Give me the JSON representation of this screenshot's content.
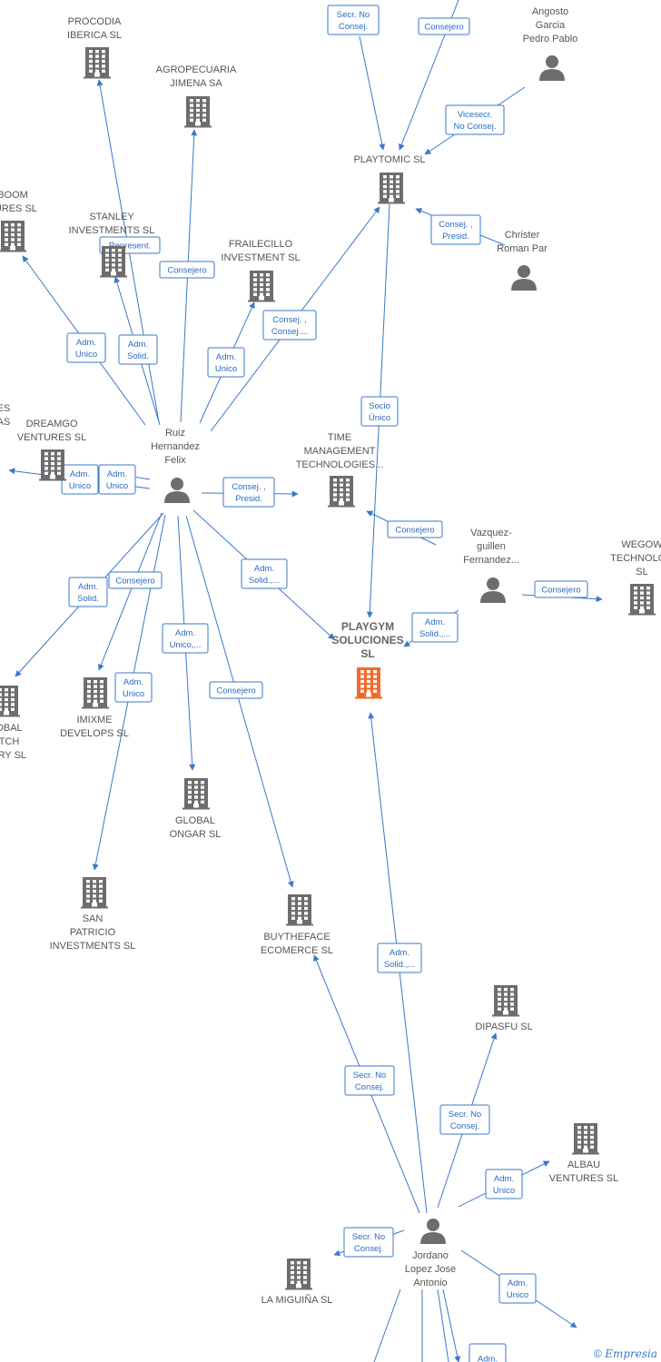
{
  "colors": {
    "edge": "#3a78c9",
    "node": "#6d6d6d",
    "main_node": "#f26a2a",
    "label": "#555555"
  },
  "nodes": [
    {
      "id": "playgym",
      "kind": "company",
      "main": true,
      "label": [
        "PLAYGYM",
        "SOLUCIONES",
        "SL"
      ]
    },
    {
      "id": "playtomic",
      "kind": "company",
      "label": [
        "PLAYTOMIC  SL"
      ]
    },
    {
      "id": "ruiz",
      "kind": "person",
      "label": [
        "Ruiz",
        "Hernandez",
        "Felix"
      ]
    },
    {
      "id": "jordano",
      "kind": "person",
      "label": [
        "Jordano",
        "Lopez Jose",
        "Antonio"
      ]
    },
    {
      "id": "vazquez",
      "kind": "person",
      "label": [
        "Vazquez-",
        "guillen",
        "Fernandez..."
      ]
    },
    {
      "id": "angosto",
      "kind": "person",
      "label": [
        "Angosto",
        "Garcia",
        "Pedro Pablo"
      ]
    },
    {
      "id": "christer",
      "kind": "person",
      "label": [
        "Christer",
        "Roman Par"
      ]
    },
    {
      "id": "procodia",
      "kind": "company",
      "label": [
        "PROCODIA",
        "IBERICA  SL"
      ]
    },
    {
      "id": "agropecuaria",
      "kind": "company",
      "label": [
        "AGROPECUARIA",
        "JIMENA SA"
      ]
    },
    {
      "id": "stanley",
      "kind": "company",
      "label": [
        "STANLEY",
        "INVESTMENTS SL"
      ]
    },
    {
      "id": "boom",
      "kind": "company",
      "label": [
        "BOOM",
        "TURES  SL"
      ]
    },
    {
      "id": "frailecillo",
      "kind": "company",
      "label": [
        "FRAILECILLO",
        "INVESTMENT SL"
      ]
    },
    {
      "id": "dreamgo",
      "kind": "company",
      "label": [
        "DREAMGO",
        "VENTURES  SL"
      ]
    },
    {
      "id": "es_as",
      "kind": "company",
      "label": [
        "ES",
        "AS"
      ]
    },
    {
      "id": "time",
      "kind": "company",
      "label": [
        "TIME",
        "MANAGEMENT",
        "TECHNOLOGIES..."
      ]
    },
    {
      "id": "wegow",
      "kind": "company",
      "label": [
        "WEGOW",
        "TECHNOLOG",
        "SL"
      ]
    },
    {
      "id": "global_tch",
      "kind": "company",
      "label": [
        "OBAL",
        "TCH",
        "TRY SL"
      ]
    },
    {
      "id": "imixme",
      "kind": "company",
      "label": [
        "IMIXME",
        "DEVELOPS SL"
      ]
    },
    {
      "id": "global_ongar",
      "kind": "company",
      "label": [
        "GLOBAL",
        "ONGAR  SL"
      ]
    },
    {
      "id": "san_patricio",
      "kind": "company",
      "label": [
        "SAN",
        "PATRICIO",
        "INVESTMENTS SL"
      ]
    },
    {
      "id": "buytheface",
      "kind": "company",
      "label": [
        "BUYTHEFACE",
        "ECOMERCE  SL"
      ]
    },
    {
      "id": "dipasfu",
      "kind": "company",
      "label": [
        "DIPASFU  SL"
      ]
    },
    {
      "id": "albau",
      "kind": "company",
      "label": [
        "ALBAU",
        "VENTURES  SL"
      ]
    },
    {
      "id": "la_miguina",
      "kind": "company",
      "label": [
        "LA MIGUIÑA  SL"
      ]
    }
  ],
  "edges": [
    {
      "label": [
        "Secr.  No",
        "Consej."
      ]
    },
    {
      "label": [
        "Consejero"
      ]
    },
    {
      "label": [
        "Vicesecr.",
        "No Consej."
      ]
    },
    {
      "label": [
        "Consej. ,",
        "Presid."
      ]
    },
    {
      "label": [
        "Represent."
      ]
    },
    {
      "label": [
        "Consejero"
      ]
    },
    {
      "label": [
        "Adm.",
        "Unico"
      ]
    },
    {
      "label": [
        "Adm.",
        "Solid."
      ]
    },
    {
      "label": [
        "Adm.",
        "Unico"
      ]
    },
    {
      "label": [
        "Consej. ,",
        "Consej...."
      ]
    },
    {
      "label": [
        "Socio",
        "Único"
      ]
    },
    {
      "label": [
        "Adm.",
        "Unico"
      ]
    },
    {
      "label": [
        "Adm.",
        "Unico"
      ]
    },
    {
      "label": [
        "Consej. ,",
        "Presid."
      ]
    },
    {
      "label": [
        "Consejero"
      ]
    },
    {
      "label": [
        "Consejero"
      ]
    },
    {
      "label": [
        "Adm.",
        "Solid.,..."
      ]
    },
    {
      "label": [
        "Adm.",
        "Solid.,..."
      ]
    },
    {
      "label": [
        "Adm.",
        "Solid."
      ]
    },
    {
      "label": [
        "Consejero"
      ]
    },
    {
      "label": [
        "Adm.",
        "Unico"
      ]
    },
    {
      "label": [
        "Adm.",
        "Unico,..."
      ]
    },
    {
      "label": [
        "Consejero"
      ]
    },
    {
      "label": [
        "Adm.",
        "Solid.,..."
      ]
    },
    {
      "label": [
        "Secr.  No",
        "Consej."
      ]
    },
    {
      "label": [
        "Secr.  No",
        "Consej."
      ]
    },
    {
      "label": [
        "Adm.",
        "Unico"
      ]
    },
    {
      "label": [
        "Secr.  No",
        "Consej."
      ]
    },
    {
      "label": [
        "Adm.",
        "Unico"
      ]
    },
    {
      "label": [
        "Adm."
      ]
    }
  ],
  "footer": {
    "copyright_symbol": "©",
    "brand": "Empresia"
  }
}
